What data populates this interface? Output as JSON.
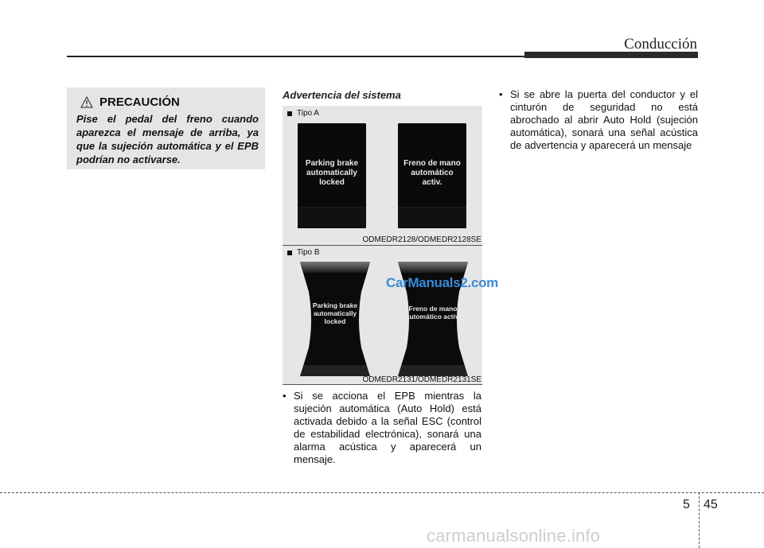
{
  "header": {
    "section_title": "Conducción"
  },
  "caution": {
    "title": "PRECAUCIÓN",
    "text": "Pise el pedal del freno cuando aparezca el mensaje de arriba, ya que la sujeción automática y el EPB podrían no activarse.",
    "icon": "warning-triangle-icon"
  },
  "figure": {
    "heading": "Advertencia del sistema",
    "type_a": {
      "label": "Tipo A",
      "code": "ODMEDR2128/ODMEDR2128SE",
      "screens": [
        {
          "lines": [
            "Parking brake",
            "automatically",
            "locked"
          ]
        },
        {
          "lines": [
            "Freno de mano",
            "automático",
            "activ."
          ]
        }
      ]
    },
    "type_b": {
      "label": "Tipo B",
      "code": "ODMEDR2131/ODMEDR2131SE",
      "screens": [
        {
          "lines": [
            "Parking brake",
            "automatically",
            "locked"
          ]
        },
        {
          "lines": [
            "Freno de mano",
            "automático activ."
          ]
        }
      ]
    },
    "watermark": "CarManuals2.com"
  },
  "bullets": [
    "Si se acciona el EPB mientras la sujeción automática (Auto Hold) está activada debido a la señal ESC (control de estabilidad electrónica), sonará una alarma acústica y aparecerá un mensaje.",
    "Si se abre la puerta del conductor y el cinturón de seguridad no está abrochado al abrir Auto Hold (sujeción automática), sonará una señal acústica de advertencia y aparecerá un mensaje"
  ],
  "footer": {
    "chapter": "5",
    "page": "45",
    "site": "carmanualsonline.info"
  },
  "colors": {
    "panel": "#e6e6e6",
    "caution_bg": "#e5e5e5",
    "screen": "#0a0a0a",
    "watermark": "#3a8bd8"
  }
}
